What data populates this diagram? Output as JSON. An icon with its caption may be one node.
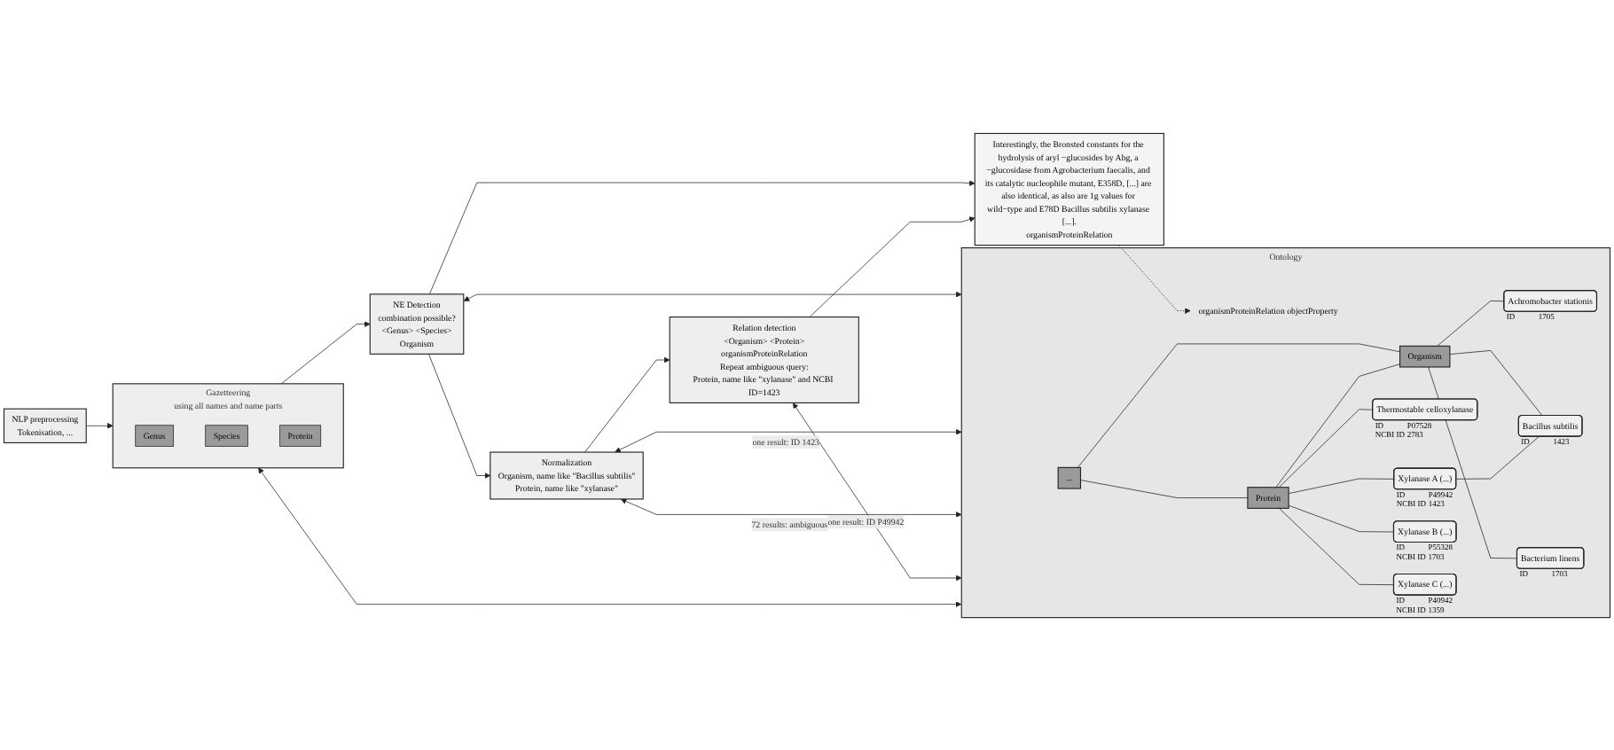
{
  "diagram": {
    "nodes": [
      {
        "text": [
          "Interestingly, the Bronsted constants for the hydrolysis of aryl −glucosides by Abg, a −glucosidase from Agrobacterium faecalis, and its catalytic nucleophile mutant, E358D, [...] are also identical, as also are 1g values for wild−type and E78D Bacillus subtilis xylanase [...].",
          "organismProteinRelation"
        ]
      },
      {
        "text": [
          "NLP preprocessing",
          "Tokenisation, ..."
        ]
      },
      {
        "text": [
          "Gazetteering",
          "using all names and name parts"
        ]
      },
      {
        "text": [
          "Genus"
        ],
        "in": 2
      },
      {
        "text": [
          "Species"
        ],
        "in": 2
      },
      {
        "text": [
          "Protein"
        ],
        "in": 2
      },
      {
        "text": [
          "NE Detection",
          "combination possible?",
          "<Genus> <Species>",
          "Organism"
        ]
      },
      {
        "text": [
          "Normalization",
          "Organism, name like \"Bacillus subtilis\"",
          "Protein, name like \"xylanase\""
        ]
      },
      {
        "text": [
          "Relation detection",
          "<Organism> <Protein>",
          "organismProteinRelation",
          "Repeat ambiguous query:",
          "Protein, name like \"xylanase\" and NCBI ID=1423"
        ]
      },
      {
        "text": [
          "Ontology"
        ]
      },
      {
        "text": [
          "..."
        ],
        "in": 9
      },
      {
        "text": [
          "Protein"
        ],
        "in": 9
      },
      {
        "text": [
          "Organism"
        ],
        "in": 9
      },
      {
        "text": [
          "organismProteinRelation objectProperty"
        ],
        "in": 9
      },
      {
        "text": [
          "Thermostable celloxylanase"
        ],
        "in": 9,
        "beside": [
          "ID",
          "P07528",
          "NCBI ID",
          "2783"
        ]
      },
      {
        "text": [
          "Achromobacter stationis"
        ],
        "in": 9,
        "beside": [
          "ID",
          "1705"
        ]
      },
      {
        "text": [
          "Xylanase A (...)"
        ],
        "in": 9,
        "beside": [
          "ID",
          "P49942",
          "NCBI ID",
          "1423"
        ]
      },
      {
        "text": [
          "Bacillus subtilis"
        ],
        "in": 9,
        "beside": [
          "ID",
          "1423"
        ]
      },
      {
        "text": [
          "Xylanase B (...)"
        ],
        "in": 9,
        "beside": [
          "ID",
          "P55328",
          "NCBI ID",
          "1703"
        ]
      },
      {
        "text": [
          "Bacterium linens"
        ],
        "in": 9,
        "beside": [
          "ID",
          "1703"
        ]
      },
      {
        "text": [
          "Xylanase C (...)"
        ],
        "in": 9,
        "beside": [
          "ID",
          "P40942",
          "NCBI ID",
          "1359"
        ]
      }
    ],
    "edges": [
      {
        "from": 1,
        "to": 2,
        "arrow": "to"
      },
      {
        "from": 2,
        "to": 6,
        "arrow": "to"
      },
      {
        "from": 6,
        "to": 7,
        "arrow": "to"
      },
      {
        "from": 7,
        "to": 8,
        "arrow": "to"
      },
      {
        "from": 6,
        "to": 0,
        "arrow": "to"
      },
      {
        "from": 8,
        "to": 0,
        "arrow": "to"
      },
      {
        "from": 0,
        "to": 13,
        "arrow": "to",
        "style": "dashed"
      },
      {
        "from": 9,
        "to": 2,
        "arrow": "both"
      },
      {
        "from": 6,
        "to": 9,
        "arrow": "both"
      },
      {
        "from": 7,
        "to": 9,
        "label": "one result: ID 1423",
        "arrow": "both"
      },
      {
        "from": 7,
        "to": 9,
        "label": "72 results: ambiguous",
        "arrow": "both"
      },
      {
        "from": 8,
        "to": 9,
        "label": "one result: ID P49942",
        "arrow": "both"
      },
      {
        "from": 10,
        "to": 11,
        "arrow": "none"
      },
      {
        "from": 10,
        "to": 12,
        "arrow": "none"
      },
      {
        "from": 11,
        "to": 12,
        "arrow": "none"
      },
      {
        "from": 11,
        "to": 14,
        "arrow": "none"
      },
      {
        "from": 11,
        "to": 16,
        "arrow": "none"
      },
      {
        "from": 11,
        "to": 18,
        "arrow": "none"
      },
      {
        "from": 11,
        "to": 20,
        "arrow": "none"
      },
      {
        "from": 12,
        "to": 15,
        "arrow": "none"
      },
      {
        "from": 12,
        "to": 17,
        "arrow": "none"
      },
      {
        "from": 12,
        "to": 19,
        "arrow": "none"
      },
      {
        "from": 16,
        "to": 17,
        "arrow": "none"
      }
    ]
  }
}
